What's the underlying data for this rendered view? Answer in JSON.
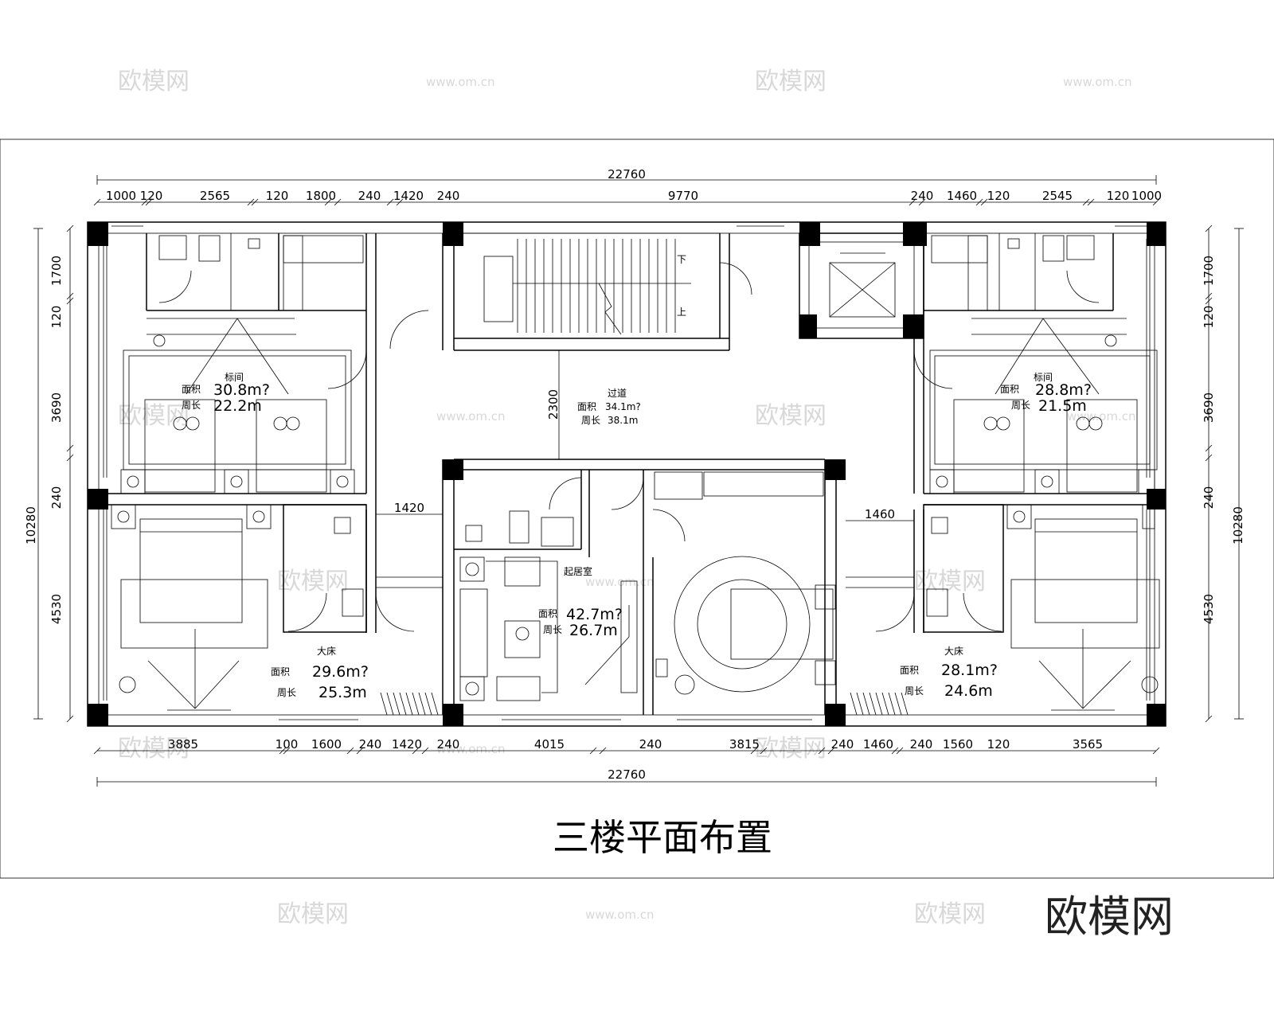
{
  "title": "三楼平面布置",
  "brand": "欧模网",
  "watermark": {
    "logo": "欧模网",
    "url": "www.om.cn"
  },
  "dimensions": {
    "overall_top": "22760",
    "overall_bottom": "22760",
    "top": [
      "1000",
      "120",
      "2565",
      "120",
      "1800",
      "240",
      "1420",
      "240",
      "9770",
      "240",
      "1460",
      "120",
      "2545",
      "120",
      "1000"
    ],
    "bottom": [
      "3885",
      "100",
      "1600",
      "240",
      "1420",
      "240",
      "4015",
      "240",
      "3815",
      "240",
      "1460",
      "240",
      "1560",
      "120",
      "3565"
    ],
    "left": [
      "1700",
      "120",
      "3690",
      "240",
      "4530"
    ],
    "left_total": "10280",
    "right": [
      "1700",
      "120",
      "3690",
      "240",
      "4530"
    ],
    "right_total": "10280",
    "corridor_width_left": "1420",
    "corridor_width_right": "1460",
    "hall_depth": "2300"
  },
  "rooms": {
    "twin_left": {
      "name": "标间",
      "area_label": "面积",
      "area": "30.8m?",
      "perimeter_label": "周长",
      "perimeter": "22.2m"
    },
    "twin_right": {
      "name": "标间",
      "area_label": "面积",
      "area": "28.8m?",
      "perimeter_label": "周长",
      "perimeter": "21.5m"
    },
    "corridor": {
      "name": "过道",
      "area_label": "面积",
      "area": "34.1m?",
      "perimeter_label": "周长",
      "perimeter": "38.1m"
    },
    "living": {
      "name": "起居室",
      "area_label": "面积",
      "area": "42.7m?",
      "perimeter_label": "周长",
      "perimeter": "26.7m"
    },
    "master_left": {
      "name": "大床",
      "area_label": "面积",
      "area": "29.6m?",
      "perimeter_label": "周长",
      "perimeter": "25.3m"
    },
    "master_right": {
      "name": "大床",
      "area_label": "面积",
      "area": "28.1m?",
      "perimeter_label": "周长",
      "perimeter": "24.6m"
    }
  },
  "stairs": {
    "down": "下",
    "up": "上"
  }
}
